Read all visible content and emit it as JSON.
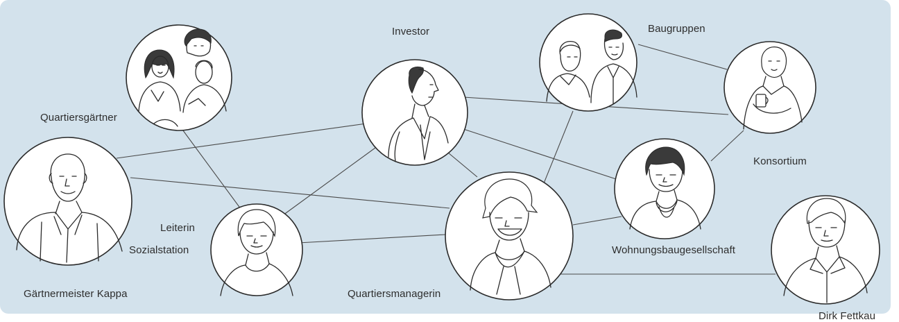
{
  "diagram": {
    "background_color": "#d3e2ec",
    "nodes": [
      {
        "id": "quartiersgaertner",
        "label": "Quartiersgärtner",
        "icon": "group-of-three-people-illustration"
      },
      {
        "id": "investor",
        "label": "Investor",
        "icon": "man-in-suit-profile-illustration"
      },
      {
        "id": "baugruppen",
        "label": "Baugruppen",
        "icon": "two-men-illustration"
      },
      {
        "id": "konsortium",
        "label": "Konsortium",
        "icon": "woman-holding-cup-illustration"
      },
      {
        "id": "gaertnermeister",
        "label": "Gärtnermeister Kappa",
        "icon": "bald-man-illustration"
      },
      {
        "id": "leiterin",
        "label_line1": "Leiterin",
        "label_line2": "Sozialstation",
        "icon": "short-haired-woman-illustration"
      },
      {
        "id": "quartiersmanagerin",
        "label": "Quartiersmanagerin",
        "icon": "smiling-woman-with-scarf-illustration"
      },
      {
        "id": "wohnungsbau",
        "label": "Wohnungsbaugesellschaft",
        "icon": "woman-with-necklace-illustration"
      },
      {
        "id": "fettkau",
        "label": "Dirk Fettkau",
        "icon": "young-man-with-collar-illustration"
      }
    ],
    "edges": [
      [
        "quartiersgaertner",
        "leiterin"
      ],
      [
        "gaertnermeister",
        "investor"
      ],
      [
        "gaertnermeister",
        "quartiersmanagerin"
      ],
      [
        "leiterin",
        "investor"
      ],
      [
        "leiterin",
        "quartiersmanagerin"
      ],
      [
        "investor",
        "quartiersmanagerin"
      ],
      [
        "investor",
        "konsortium"
      ],
      [
        "investor",
        "wohnungsbau"
      ],
      [
        "baugruppen",
        "quartiersmanagerin"
      ],
      [
        "baugruppen",
        "konsortium"
      ],
      [
        "konsortium",
        "wohnungsbau"
      ],
      [
        "quartiersmanagerin",
        "wohnungsbau"
      ],
      [
        "quartiersmanagerin",
        "fettkau"
      ]
    ]
  }
}
